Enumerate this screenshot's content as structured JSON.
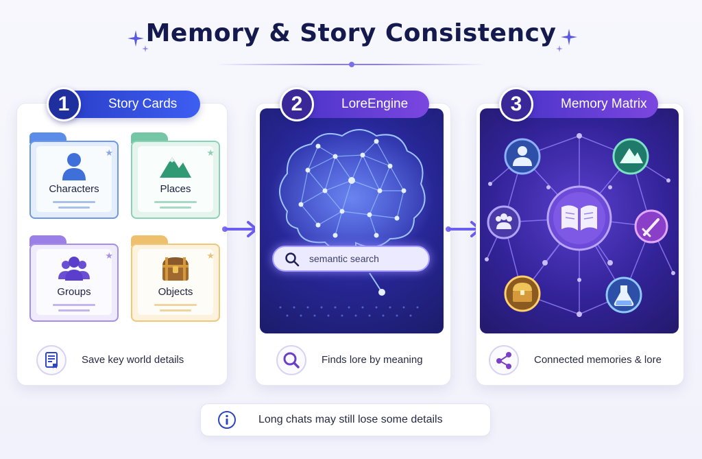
{
  "title": "Memory & Story Consistency",
  "colors": {
    "blue": "#2a3ec7",
    "purple": "#5b3fd6",
    "text": "#141a4e"
  },
  "panels": [
    {
      "number": "1",
      "label": "Story Cards",
      "folders": [
        {
          "label": "Characters",
          "icon": "person-icon",
          "color": "#5b8de8"
        },
        {
          "label": "Places",
          "icon": "mountain-icon",
          "color": "#74c6a6"
        },
        {
          "label": "Groups",
          "icon": "group-icon",
          "color": "#9a80e6"
        },
        {
          "label": "Objects",
          "icon": "treasure-chest-icon",
          "color": "#eebf6c"
        }
      ],
      "footer": {
        "icon": "document-bookmark-icon",
        "text": "Save key world details"
      }
    },
    {
      "number": "2",
      "label": "LoreEngine",
      "search_text": "semantic search",
      "footer": {
        "icon": "magnifier-icon",
        "text": "Finds lore by meaning"
      }
    },
    {
      "number": "3",
      "label": "Memory Matrix",
      "nodes": [
        "book-icon",
        "person-icon",
        "mountain-icon",
        "group-icon",
        "sword-icon",
        "treasure-chest-icon",
        "flask-icon"
      ],
      "footer": {
        "icon": "share-nodes-icon",
        "text": "Connected memories & lore"
      }
    }
  ],
  "note": {
    "icon": "info-icon",
    "text": "Long chats may still lose some details"
  }
}
